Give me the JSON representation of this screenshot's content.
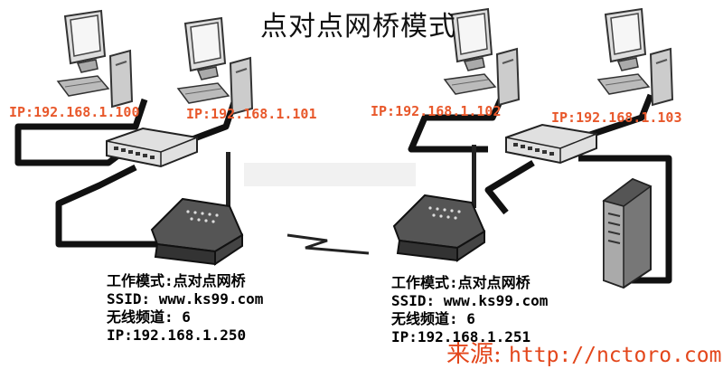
{
  "title": "点对点网桥模式",
  "left_network": {
    "pc_ips": [
      "IP:192.168.1.100",
      "IP:192.168.1.101"
    ],
    "router_info": {
      "mode": "工作模式:点对点网桥",
      "ssid": "SSID: www.ks99.com",
      "channel": "无线频道: 6",
      "ip": "IP:192.168.1.250"
    }
  },
  "right_network": {
    "pc_ips": [
      "IP:192.168.1.102",
      "IP:192.168.1.103"
    ],
    "router_info": {
      "mode": "工作模式:点对点网桥",
      "ssid": "SSID: www.ks99.com",
      "channel": "无线频道: 6",
      "ip": "IP:192.168.1.251"
    }
  },
  "source": {
    "label": "来源:",
    "url": "http://nctoro.com"
  },
  "colors": {
    "ip_text": "#e8582b",
    "source_text": "#e3461b",
    "cable": "#111111"
  }
}
